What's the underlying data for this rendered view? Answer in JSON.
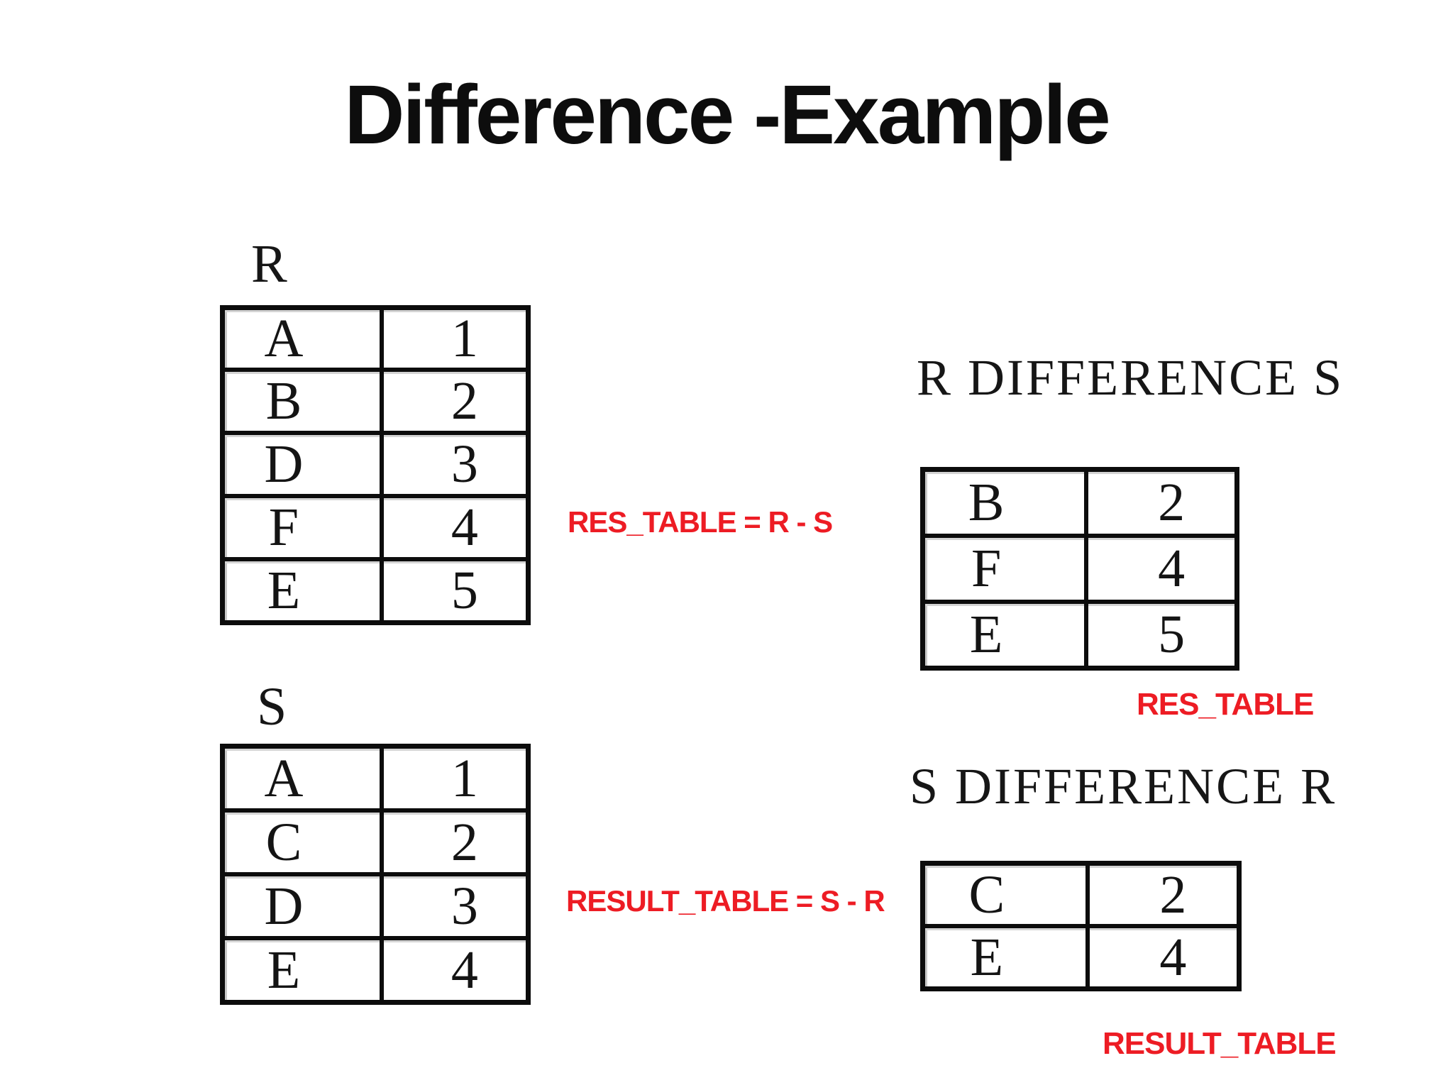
{
  "title": "Difference -Example",
  "colors": {
    "accent_red": "#ED1C24",
    "text_black": "#0d0d0d"
  },
  "left": {
    "r_label": "R",
    "s_label": "S",
    "r_table": {
      "rows": [
        [
          "A",
          "1"
        ],
        [
          "B",
          "2"
        ],
        [
          "D",
          "3"
        ],
        [
          "F",
          "4"
        ],
        [
          "E",
          "5"
        ]
      ]
    },
    "s_table": {
      "rows": [
        [
          "A",
          "1"
        ],
        [
          "C",
          "2"
        ],
        [
          "D",
          "3"
        ],
        [
          "E",
          "4"
        ]
      ]
    }
  },
  "middle": {
    "res_formula": "RES_TABLE = R - S",
    "result_formula": "RESULT_TABLE = S - R"
  },
  "right": {
    "r_diff_s_heading": "R DIFFERENCE S",
    "s_diff_r_heading": "S DIFFERENCE R",
    "res_table": {
      "rows": [
        [
          "B",
          "2"
        ],
        [
          "F",
          "4"
        ],
        [
          "E",
          "5"
        ]
      ]
    },
    "result_table": {
      "rows": [
        [
          "C",
          "2"
        ],
        [
          "E",
          "4"
        ]
      ]
    },
    "res_table_label": "RES_TABLE",
    "result_table_label": "RESULT_TABLE"
  }
}
